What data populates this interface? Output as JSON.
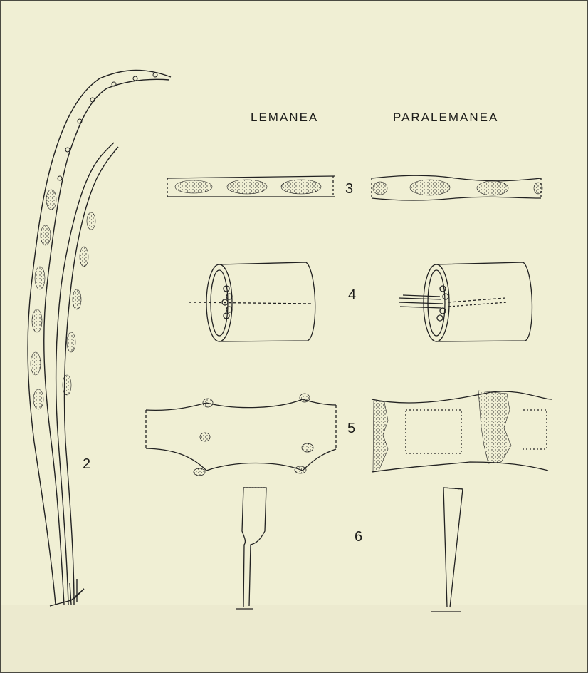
{
  "headers": {
    "lemanea": "LEMANEA",
    "paralemanea": "PARALEMANEA"
  },
  "figure_numbers": {
    "fig2": "2",
    "fig3": "3",
    "fig4": "4",
    "fig5": "5",
    "fig6": "6"
  },
  "colors": {
    "background": "#f0efd4",
    "ink": "#1d1d1a"
  }
}
